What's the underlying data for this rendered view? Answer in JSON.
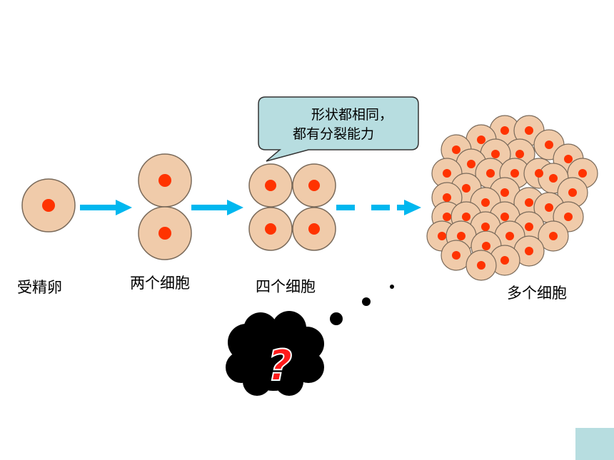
{
  "stages": [
    {
      "label": "受精卵",
      "cell_count": 1
    },
    {
      "label": "两个细胞",
      "cell_count": 2
    },
    {
      "label": "四个细胞",
      "cell_count": 4
    },
    {
      "label": "多个细胞",
      "cell_count": "many"
    }
  ],
  "callout": {
    "line1": "形状都相同，",
    "line2": "都有分裂能力"
  },
  "thought_bubble": {
    "symbol": "?"
  },
  "colors": {
    "cell_fill": "#f0cbaa",
    "cell_stroke": "#7a6a5a",
    "nucleus": "#ff3300",
    "arrow": "#00b7ef",
    "callout_fill": "#b7dde0",
    "question_mark": "#ff1a1a",
    "corner_box": "#b7dde0"
  }
}
